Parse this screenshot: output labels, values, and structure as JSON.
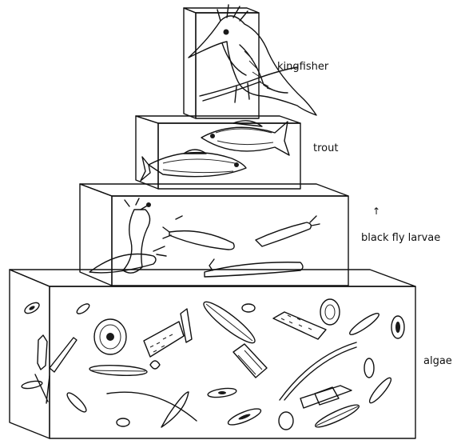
{
  "levels": [
    {
      "label": "kingfisher"
    },
    {
      "label": "trout"
    },
    {
      "label": "black fly larvae"
    },
    {
      "label": "algae"
    }
  ],
  "arrow_mark": "↑"
}
